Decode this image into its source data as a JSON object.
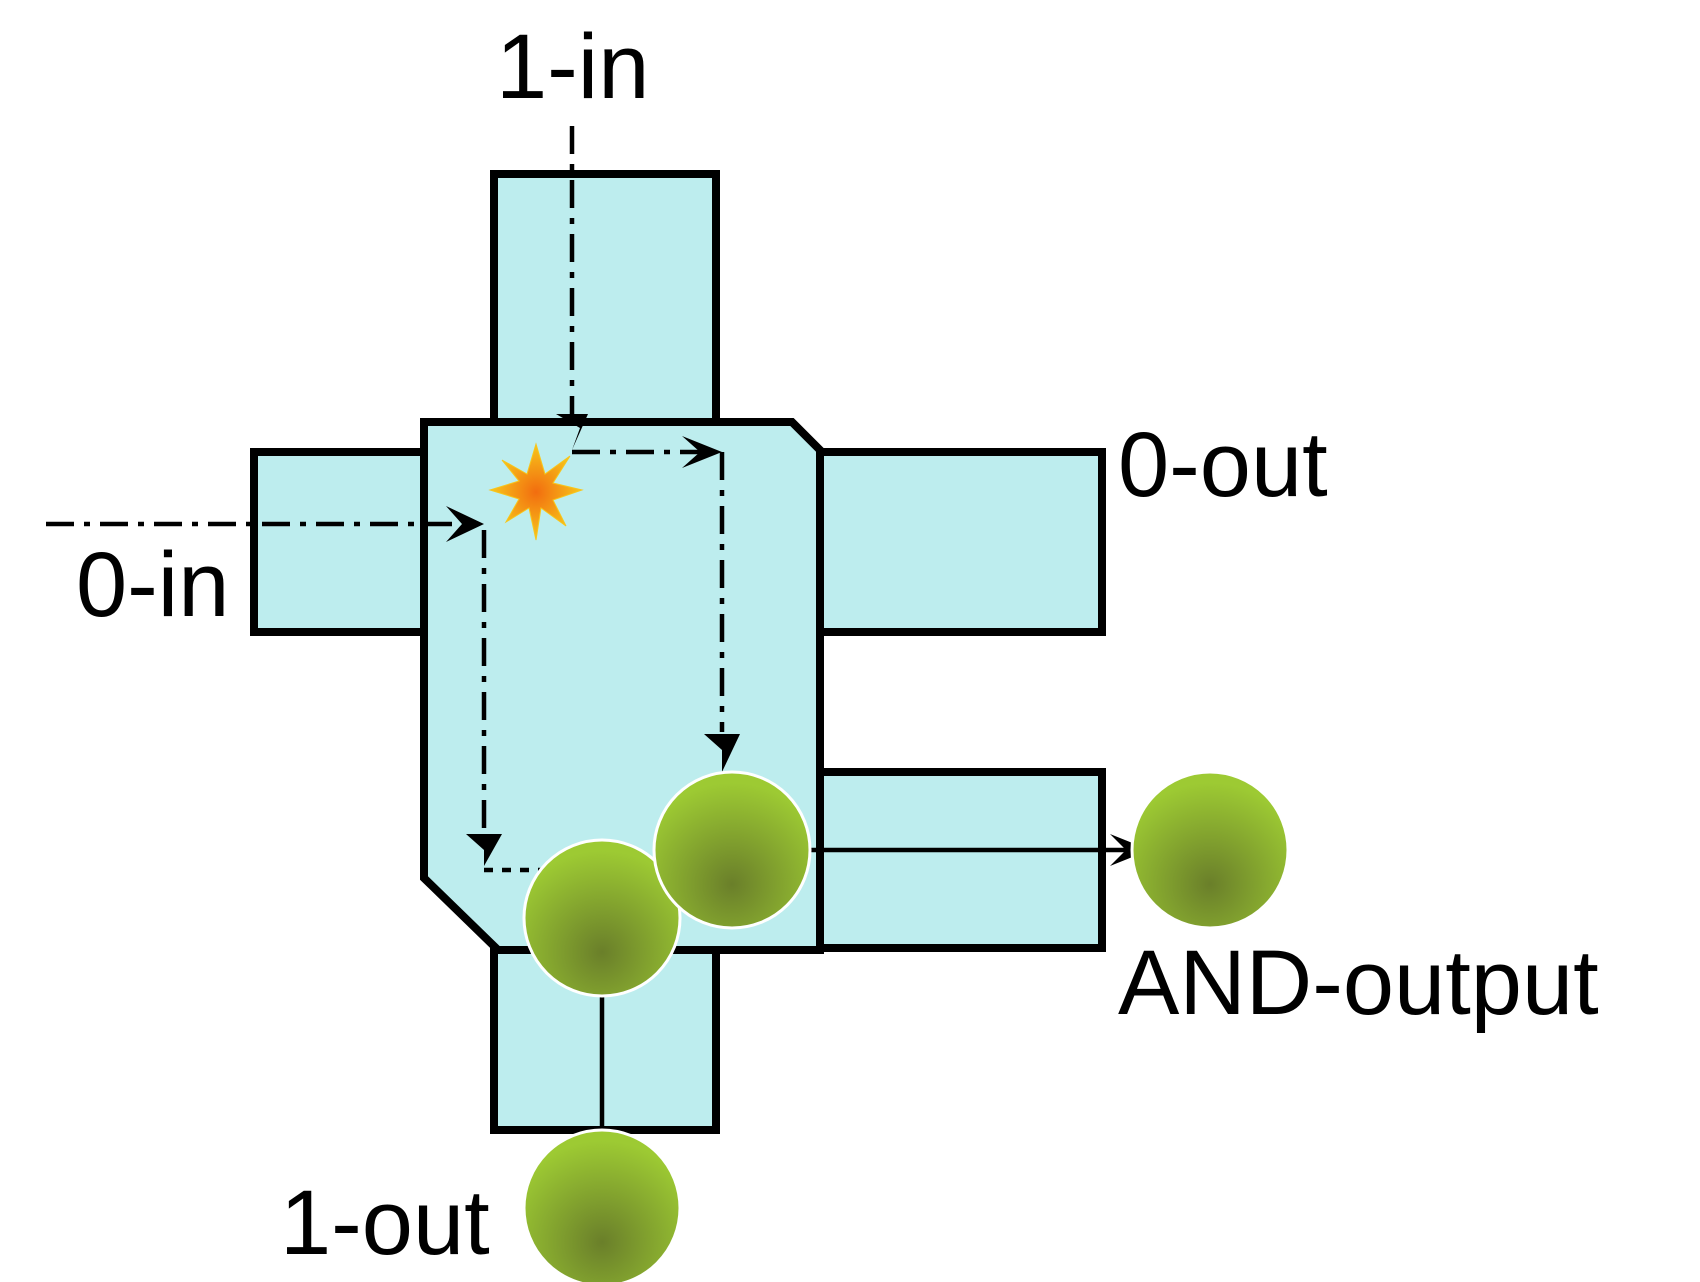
{
  "labels": {
    "in_top": "1-in",
    "in_left": "0-in",
    "out_right_top": "0-out",
    "out_right_bottom": "AND-output",
    "out_bottom": "1-out"
  },
  "colors": {
    "channel_fill": "#bdedee",
    "outline": "#000000",
    "ball_light": "#9dca33",
    "ball_dark": "#6a7f2a",
    "collision_outer": "#f7d21b",
    "collision_inner": "#f26d0f"
  },
  "icons": {
    "collision": "collision-burst-icon",
    "ball": "ball-icon"
  }
}
